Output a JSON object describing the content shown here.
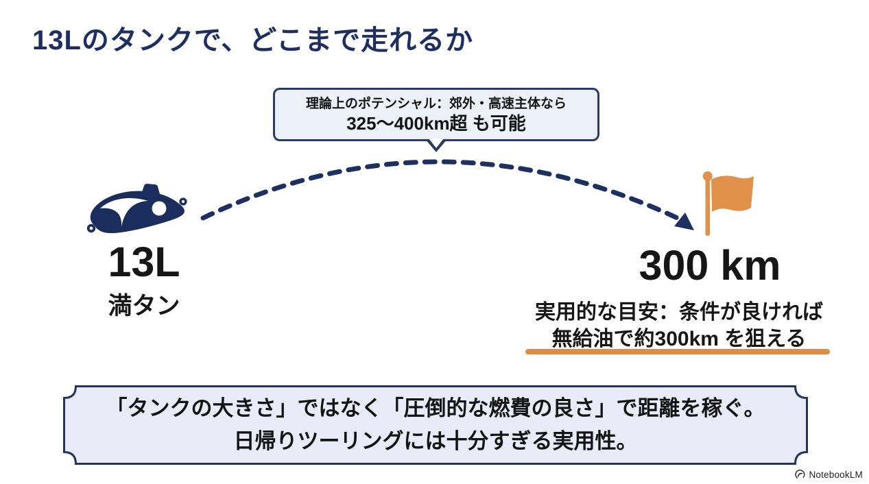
{
  "title": "13Lのタンクで、どこまで走れるか",
  "callout": {
    "line1": "理論上のポテンシャル：郊外・高速主体なら",
    "line2": "325〜400km超 も可能"
  },
  "start": {
    "icon": "fuel-tank-icon",
    "value": "13L",
    "label": "満タン"
  },
  "goal": {
    "icon": "goal-flag-icon",
    "value": "300 km",
    "desc_line1": "実用的な目安：条件が良ければ",
    "desc_line2": "無給油で約300km を狙える"
  },
  "summary": {
    "line1": "「タンクの大きさ」ではなく「圧倒的な燃費の良さ」で距離を稼ぐ。",
    "line2": "日帰りツーリングには十分すぎる実用性。"
  },
  "footer": {
    "brand": "NotebookLM"
  },
  "colors": {
    "navy": "#1e2f5f",
    "navy_icon": "#1b2d5c",
    "orange": "#e2914a",
    "orange_underline": "#dd8c43",
    "callout_fill": "#ecf1f9",
    "panel_fill": "#e9ecf8",
    "text": "#141414"
  }
}
